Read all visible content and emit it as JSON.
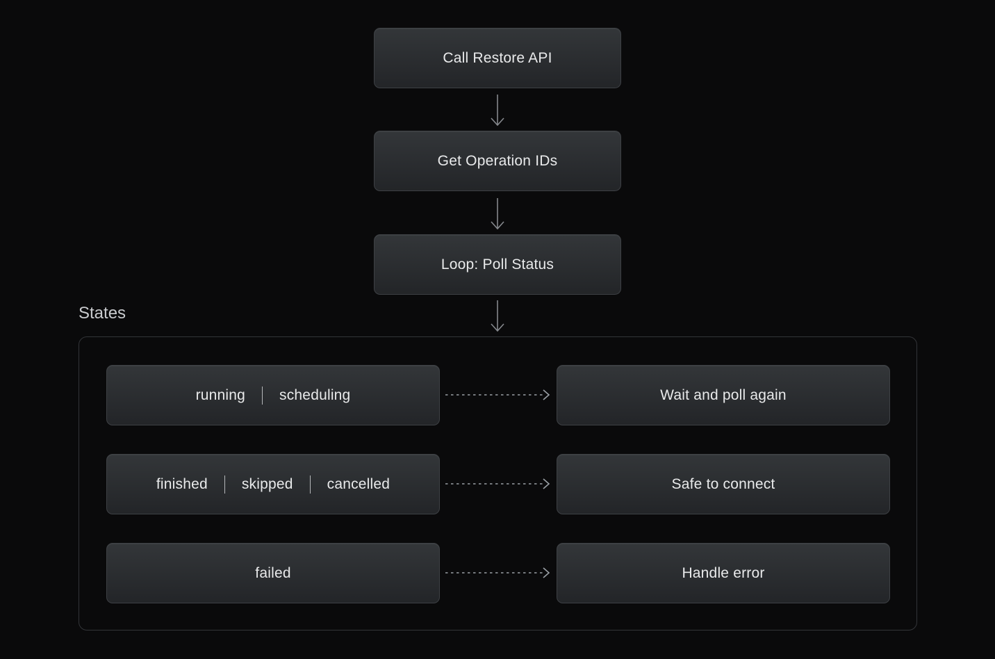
{
  "colors": {
    "page_bg": "#0a0a0b",
    "node_fill_top": "#333639",
    "node_fill_bottom": "#232528",
    "node_border": "#3e4145",
    "node_text": "#e9eaeb",
    "section_label": "#c9cbce",
    "solid_arrow": "#85888d",
    "dashed_arrow": "#9aa0a6",
    "container_border": "#333539",
    "divider": "#cfd1d4"
  },
  "flow": {
    "nodes": [
      {
        "label": "Call Restore API"
      },
      {
        "label": "Get Operation IDs"
      },
      {
        "label": "Loop: Poll Status"
      }
    ]
  },
  "states": {
    "title": "States",
    "rows": [
      {
        "states": [
          "running",
          "scheduling"
        ],
        "action": "Wait and poll again"
      },
      {
        "states": [
          "finished",
          "skipped",
          "cancelled"
        ],
        "action": "Safe to connect"
      },
      {
        "states": [
          "failed"
        ],
        "action": "Handle error"
      }
    ]
  }
}
